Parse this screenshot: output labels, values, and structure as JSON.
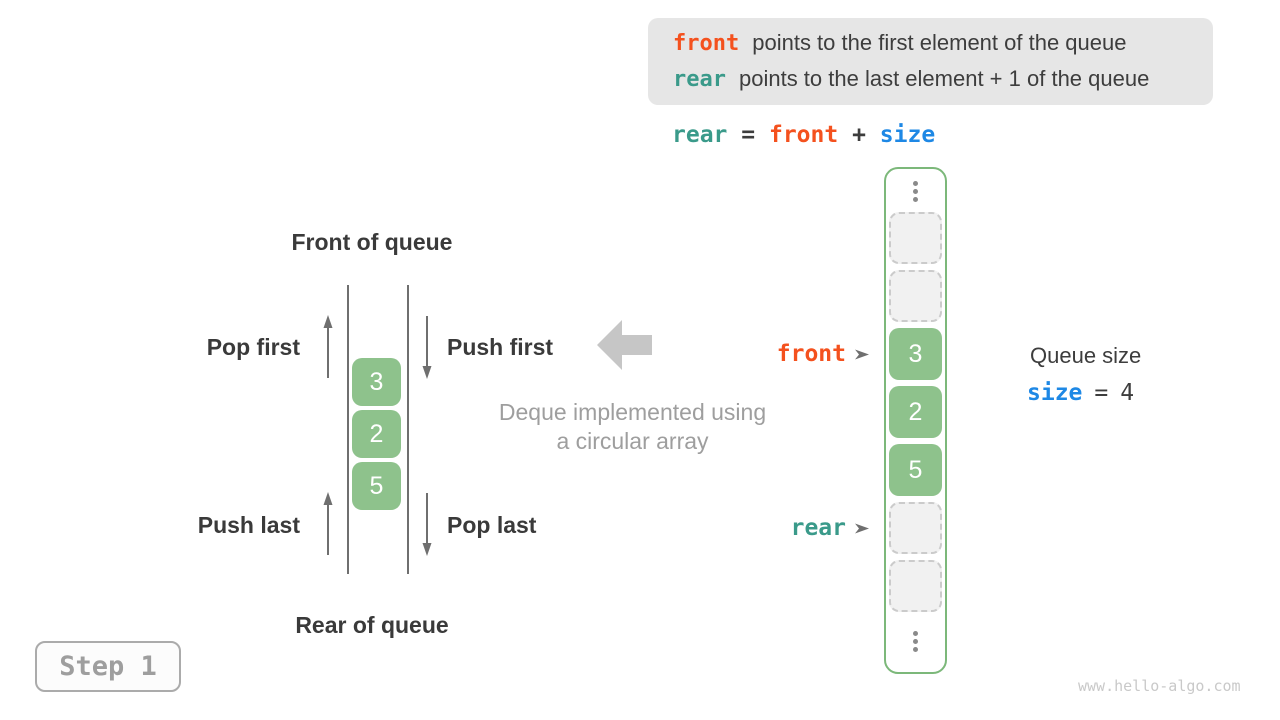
{
  "colors": {
    "front_orange": "#f4511e",
    "rear_teal": "#3a9a8a",
    "size_blue": "#1e88e5",
    "cell_green": "#8ec28c",
    "array_border_green": "#7cb87a",
    "empty_cell_bg": "#f1f1f1",
    "empty_cell_border": "#cbcbcb",
    "text_dark": "#3d3d3d",
    "text_gray": "#9e9e9e",
    "arrow_gray": "#6f6f6f",
    "big_arrow_gray": "#c6c6c6",
    "info_box_bg": "#e6e6e6"
  },
  "info_box": {
    "lines": [
      {
        "keyword": "front",
        "text": "points to the first element of the queue"
      },
      {
        "keyword": "rear",
        "text": "points to the last element + 1 of the queue"
      }
    ]
  },
  "formula": {
    "lhs": "rear",
    "eq": "=",
    "operand1": "front",
    "plus": "+",
    "operand2": "size"
  },
  "deque": {
    "front_heading": "Front of queue",
    "rear_heading": "Rear of queue",
    "pop_first": "Pop first",
    "push_first": "Push first",
    "push_last": "Push last",
    "pop_last": "Pop last",
    "values": [
      "3",
      "2",
      "5"
    ]
  },
  "caption": {
    "line1": "Deque implemented using",
    "line2": "a circular array"
  },
  "array": {
    "cells": [
      {
        "type": "ellipsis"
      },
      {
        "type": "empty"
      },
      {
        "type": "empty"
      },
      {
        "type": "filled",
        "value": "3"
      },
      {
        "type": "filled",
        "value": "2"
      },
      {
        "type": "filled",
        "value": "5"
      },
      {
        "type": "empty"
      },
      {
        "type": "empty"
      },
      {
        "type": "ellipsis"
      }
    ],
    "front_pointer_label": "front",
    "rear_pointer_label": "rear",
    "front_points_to_cell_index": 3,
    "rear_points_to_cell_index": 6
  },
  "queue_size": {
    "title": "Queue size",
    "variable": "size",
    "eq": "=",
    "value": "4"
  },
  "step_label": "Step 1",
  "watermark": "www.hello-algo.com"
}
